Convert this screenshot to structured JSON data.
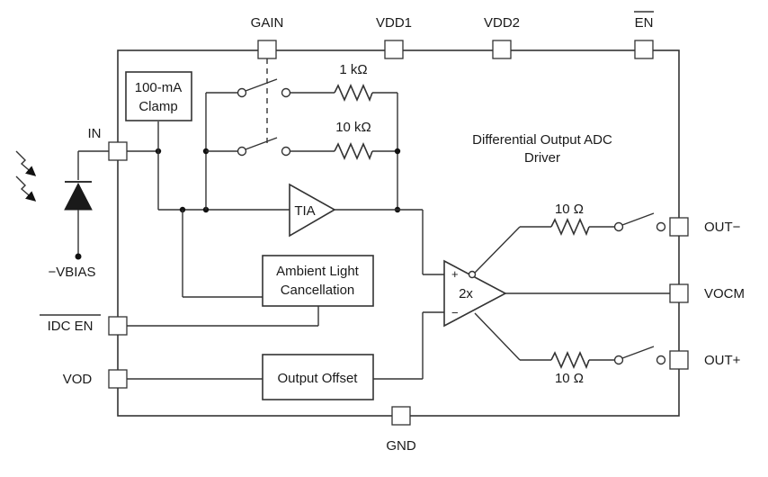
{
  "pins": {
    "gain": "GAIN",
    "vdd1": "VDD1",
    "vdd2": "VDD2",
    "en": "EN",
    "in": "IN",
    "vbias": "−VBIAS",
    "idc_en": "IDC EN",
    "vod": "VOD",
    "gnd": "GND",
    "out_minus": "OUT−",
    "vocm": "VOCM",
    "out_plus": "OUT+"
  },
  "blocks": {
    "clamp_line1": "100-mA",
    "clamp_line2": "Clamp",
    "tia": "TIA",
    "alc_line1": "Ambient Light",
    "alc_line2": "Cancellation",
    "offset": "Output Offset",
    "driver_line1": "Differential Output ADC",
    "driver_line2": "Driver",
    "amp_gain": "2x",
    "amp_plus": "+",
    "amp_minus": "−"
  },
  "resistors": {
    "r1": "1 kΩ",
    "r2": "10 kΩ",
    "r_out_top": "10 Ω",
    "r_out_bottom": "10 Ω"
  }
}
